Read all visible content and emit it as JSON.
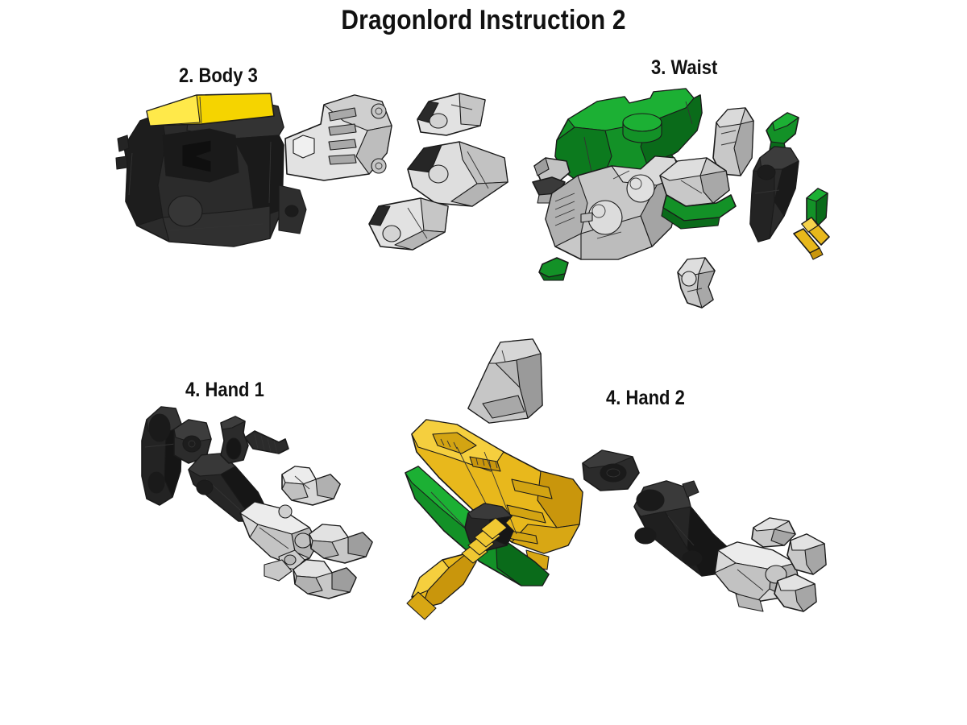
{
  "sheet": {
    "title": "Dragonlord Instruction 2",
    "background_color": "#ffffff",
    "ink_color": "#111111"
  },
  "sections": [
    {
      "id": "body3",
      "label": "2. Body 3"
    },
    {
      "id": "waist",
      "label": "3. Waist"
    },
    {
      "id": "hand1",
      "label": "4. Hand 1"
    },
    {
      "id": "hand2",
      "label": "4. Hand 2"
    }
  ],
  "palette": {
    "black_body": "#262626",
    "black_shade": "#141414",
    "black_light": "#3d3d3d",
    "grey_light": "#dcdcdc",
    "grey_mid": "#b4b4b4",
    "grey_dark": "#8c8c8c",
    "green": "#139127",
    "green_dark": "#0a6b1a",
    "green_light": "#1fab33",
    "gold": "#e8b81c",
    "gold_dark": "#c9960c",
    "gold_light": "#f3cf3f",
    "yellow": "#f5d400",
    "outline": "#1a1a1a"
  },
  "parts": {
    "body3": [
      {
        "name": "body-core-block",
        "color": "black_body",
        "note": "large dark chest block with yellow top panel"
      },
      {
        "name": "body-yellow-panel",
        "color": "yellow"
      },
      {
        "name": "body-hub-disc",
        "color": "black_light"
      },
      {
        "name": "armor-plate-large",
        "color": "grey_light"
      },
      {
        "name": "armor-plate-upper",
        "color": "grey_light"
      },
      {
        "name": "armor-plate-mid",
        "color": "grey_light"
      },
      {
        "name": "armor-plate-lower",
        "color": "grey_light"
      }
    ],
    "waist": [
      {
        "name": "waist-green-slab",
        "color": "green"
      },
      {
        "name": "waist-core-block",
        "color": "grey_mid"
      },
      {
        "name": "waist-bracket-left",
        "color": "grey_mid"
      },
      {
        "name": "waist-bracket-right",
        "color": "grey_mid"
      },
      {
        "name": "waist-pillar",
        "color": "grey_mid"
      },
      {
        "name": "waist-green-hook",
        "color": "green"
      },
      {
        "name": "waist-green-clip",
        "color": "green"
      },
      {
        "name": "waist-green-chip",
        "color": "green"
      },
      {
        "name": "waist-black-wedge",
        "color": "black_body"
      },
      {
        "name": "waist-gold-rod",
        "color": "gold"
      },
      {
        "name": "waist-foot-bracket",
        "color": "grey_mid"
      }
    ],
    "hand1": [
      {
        "name": "shoulder-mount",
        "color": "black_body"
      },
      {
        "name": "upper-arm",
        "color": "black_body"
      },
      {
        "name": "elbow-pin",
        "color": "black_body"
      },
      {
        "name": "forearm",
        "color": "grey_light"
      },
      {
        "name": "claw-finger-upper",
        "color": "grey_light"
      },
      {
        "name": "claw-finger-mid",
        "color": "grey_mid"
      },
      {
        "name": "claw-finger-lower",
        "color": "grey_mid"
      }
    ],
    "hand2": [
      {
        "name": "grey-bracket",
        "color": "grey_mid"
      },
      {
        "name": "gold-wing-blade",
        "color": "gold"
      },
      {
        "name": "green-blade",
        "color": "green"
      },
      {
        "name": "gold-screw-piston",
        "color": "gold"
      },
      {
        "name": "black-clip",
        "color": "black_body"
      },
      {
        "name": "black-pad",
        "color": "black_body"
      },
      {
        "name": "right-upper-arm",
        "color": "black_body"
      },
      {
        "name": "right-hand-claw",
        "color": "grey_light"
      }
    ]
  }
}
